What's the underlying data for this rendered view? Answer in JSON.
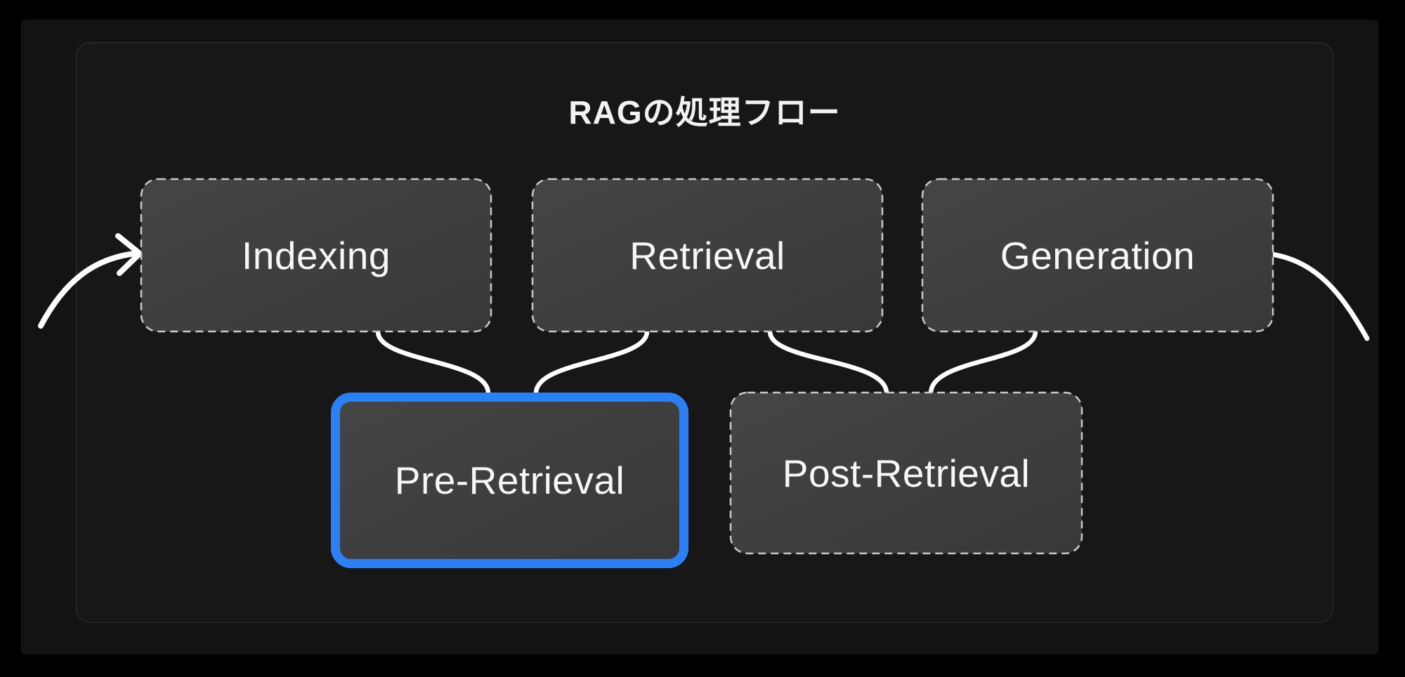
{
  "diagram": {
    "title": "RAGの処理フロー",
    "nodes": [
      {
        "id": "indexing",
        "label": "Indexing",
        "row": "top",
        "highlighted": false
      },
      {
        "id": "retrieval",
        "label": "Retrieval",
        "row": "top",
        "highlighted": false
      },
      {
        "id": "generation",
        "label": "Generation",
        "row": "top",
        "highlighted": false
      },
      {
        "id": "pre-retrieval",
        "label": "Pre-Retrieval",
        "row": "bottom",
        "highlighted": true
      },
      {
        "id": "post-retrieval",
        "label": "Post-Retrieval",
        "row": "bottom",
        "highlighted": false
      }
    ],
    "edges": [
      {
        "from": "flow-in",
        "to": "indexing",
        "arrowhead": true
      },
      {
        "from": "indexing",
        "to": "pre-retrieval",
        "arrowhead": false
      },
      {
        "from": "retrieval",
        "to": "pre-retrieval",
        "arrowhead": false
      },
      {
        "from": "retrieval",
        "to": "post-retrieval",
        "arrowhead": false
      },
      {
        "from": "generation",
        "to": "post-retrieval",
        "arrowhead": false
      },
      {
        "from": "generation",
        "to": "flow-out",
        "arrowhead": false
      }
    ],
    "colors": {
      "highlight_blue": "#2b80f5",
      "node_fill": "#3e3e3e",
      "node_border": "#c9c9c9",
      "connector": "#ffffff",
      "text": "#f7f7f7",
      "panel_bg": "#171717",
      "canvas_bg": "#131313",
      "frame_bg": "#000000"
    }
  }
}
